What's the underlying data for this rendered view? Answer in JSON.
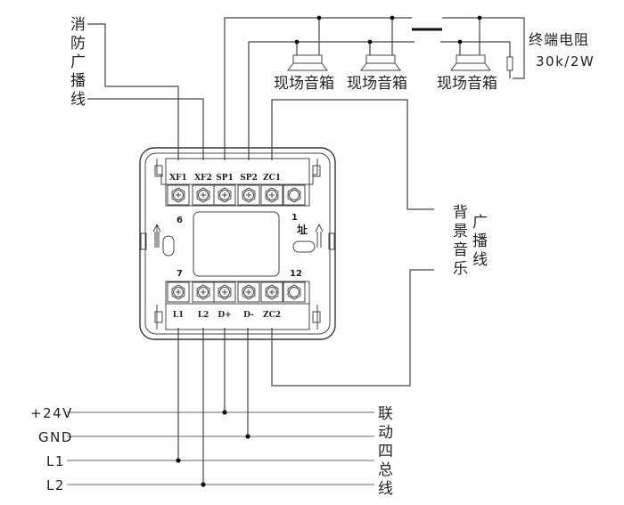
{
  "labels": {
    "fire_broadcast": [
      "消",
      "防",
      "广",
      "播",
      "线"
    ],
    "speakers": [
      "现场音箱",
      "现场音箱",
      "现场音箱"
    ],
    "terminal_resistor": "终端电阻",
    "resistor_value": "30k/2W",
    "background_music": [
      "背",
      "景",
      "音",
      "乐"
    ],
    "broadcast_line": [
      "广",
      "播",
      "线"
    ],
    "bus": [
      "联",
      "动",
      "四",
      "总",
      "线"
    ],
    "bus_lines": [
      "+24V",
      "GND",
      "L1",
      "L2"
    ],
    "address_mark": "址"
  },
  "module": {
    "top_terminals": [
      "XF1",
      "XF2",
      "SP1",
      "SP2",
      "ZC1",
      ""
    ],
    "bottom_terminals": [
      "L1",
      "L2",
      "D+",
      "D-",
      "ZC2",
      ""
    ],
    "pin_numbers": {
      "top_left": "6",
      "top_right": "1",
      "bottom_left": "7",
      "bottom_right": "12"
    }
  },
  "colors": {
    "line": "#444444",
    "text": "#222222",
    "background": "#ffffff"
  }
}
